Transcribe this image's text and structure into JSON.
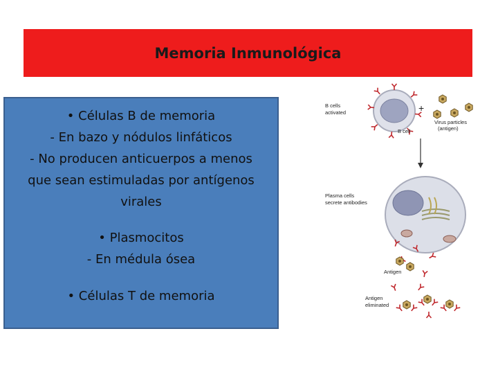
{
  "title": "Memoria Inmunológica",
  "lines": [
    "•  Células B de memoria",
    "-   En bazo y nódulos linfáticos",
    "-   No producen anticuerpos a menos",
    "que sean estimuladas por antígenos",
    "virales",
    "•  Plasmocitos",
    "-   En médula ósea",
    "•  Células T de memoria"
  ],
  "diagram": {
    "b_cells_activated_1": "B cells",
    "b_cells_activated_2": "activated",
    "b_cell": "B cell",
    "plus": "+",
    "virus_particles_1": "Virus particles",
    "virus_particles_2": "(antigen)",
    "plasma_cells_1": "Plasma cells",
    "plasma_cells_2": "secrete antibodies",
    "antigen": "Antigen",
    "antigen_eliminated_1": "Antigen",
    "antigen_eliminated_2": "eliminated"
  },
  "colors": {
    "title_bar": "#ee1c1c",
    "text_box": "#4a7ebb",
    "antibody": "#c0282d",
    "cell": "#c9ccd8"
  }
}
